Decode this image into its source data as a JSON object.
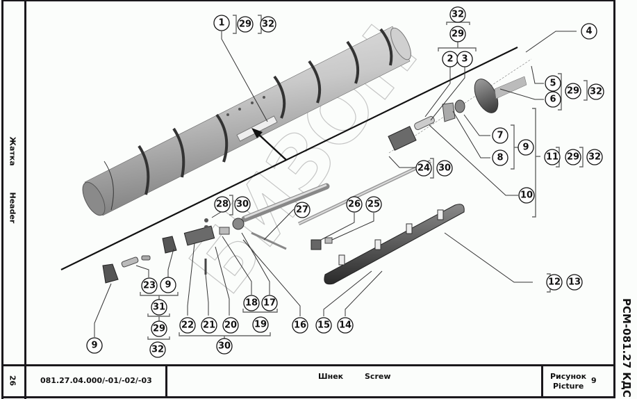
{
  "page": {
    "section_ru": "Жатка",
    "section_en": "Header",
    "page_number": "26",
    "document_code": "081.27.04.000/-01/-02/-03",
    "title_ru": "Шнек",
    "title_en": "Screw",
    "figure_label_ru": "Рисунок",
    "figure_label_en": "Picture",
    "figure_number": "9",
    "model": "РСМ-081.27 КДС",
    "watermark": "БИЗОН"
  },
  "callouts": {
    "c1": "1",
    "c2": "2",
    "c3": "3",
    "c4": "4",
    "c5": "5",
    "c6": "6",
    "c7": "7",
    "c8": "8",
    "c9a": "9",
    "c9b": "9",
    "c9c": "9",
    "c10": "10",
    "c11": "11",
    "c12": "12",
    "c13": "13",
    "c14": "14",
    "c15": "15",
    "c16": "16",
    "c17": "17",
    "c18": "18",
    "c19": "19",
    "c20": "20",
    "c21": "21",
    "c22": "22",
    "c23": "23",
    "c24": "24",
    "c25": "25",
    "c26": "26",
    "c27": "27",
    "c28": "28",
    "c29a": "29",
    "c29b": "29",
    "c29c": "29",
    "c29d": "29",
    "c29e": "29",
    "c30a": "30",
    "c30b": "30",
    "c30c": "30",
    "c31": "31",
    "c32a": "32",
    "c32b": "32",
    "c32c": "32",
    "c32d": "32",
    "c32e": "32"
  }
}
